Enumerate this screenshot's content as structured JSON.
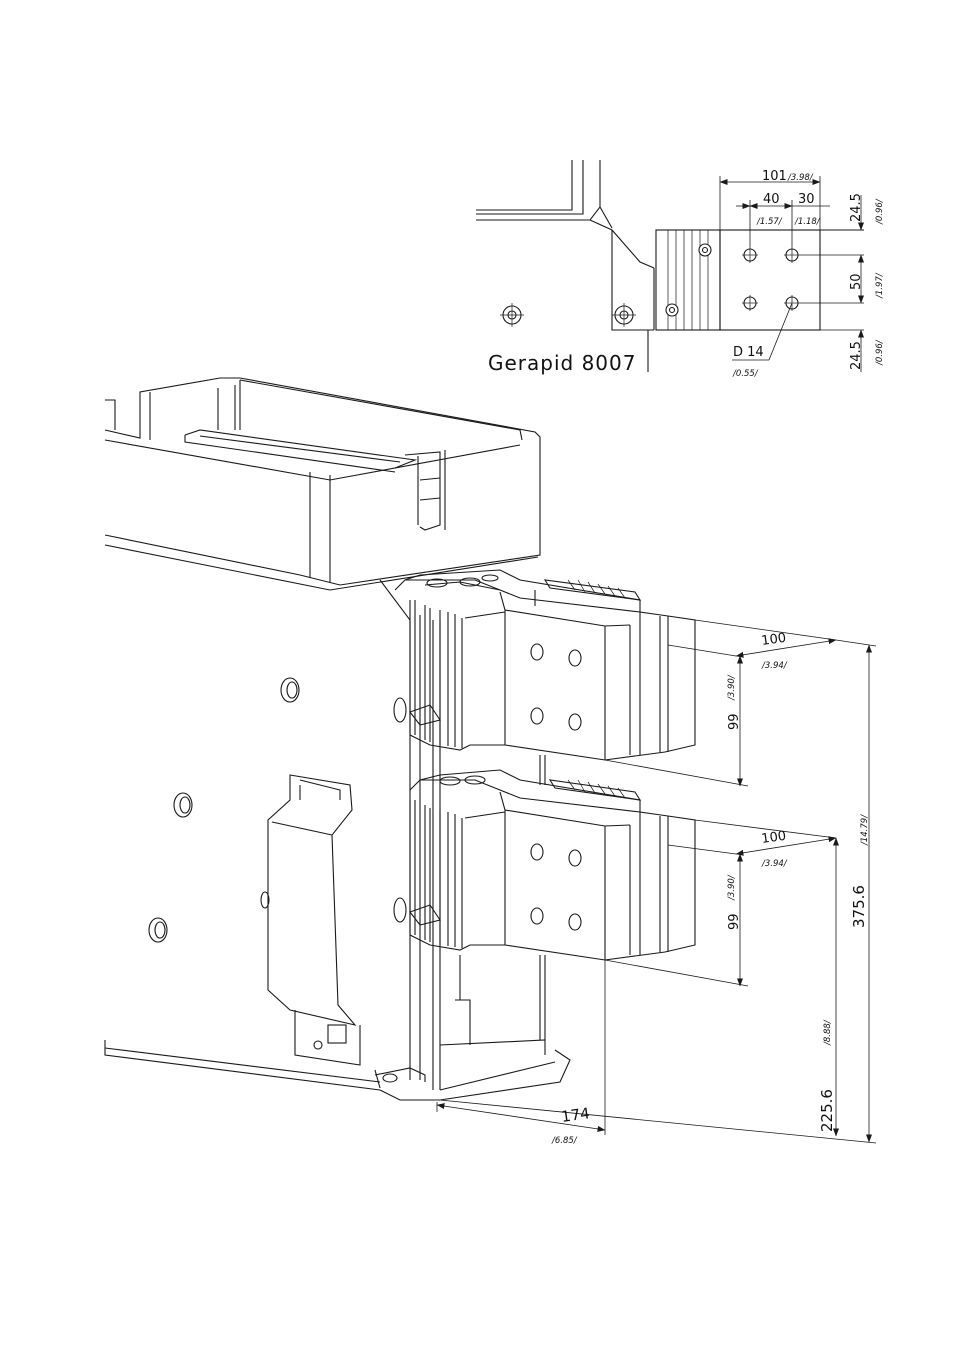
{
  "title": "Gerapid 8007",
  "detail": {
    "dim_101": "101",
    "dim_101_in": "/3.98/",
    "dim_40": "40",
    "dim_40_in": "/1.57/",
    "dim_30": "30",
    "dim_30_in": "/1.18/",
    "dim_24_5_top": "24.5",
    "dim_24_5_top_in": "/0.96/",
    "dim_50": "50",
    "dim_50_in": "/1.97/",
    "dim_24_5_bottom": "24.5",
    "dim_24_5_bottom_in": "/0.96/",
    "hole_dia": "D 14",
    "hole_dia_in": "/0.55/"
  },
  "main": {
    "upper_depth": "100",
    "upper_depth_in": "/3.94/",
    "upper_height": "99",
    "upper_height_in": "/3.90/",
    "lower_depth": "100",
    "lower_depth_in": "/3.94/",
    "lower_height": "99",
    "lower_height_in": "/3.90/",
    "total_height": "375.6",
    "total_height_in": "/14.79/",
    "lower_offset": "225.6",
    "lower_offset_in": "/8.88/",
    "side_offset": "174",
    "side_offset_in": "/6.85/"
  }
}
